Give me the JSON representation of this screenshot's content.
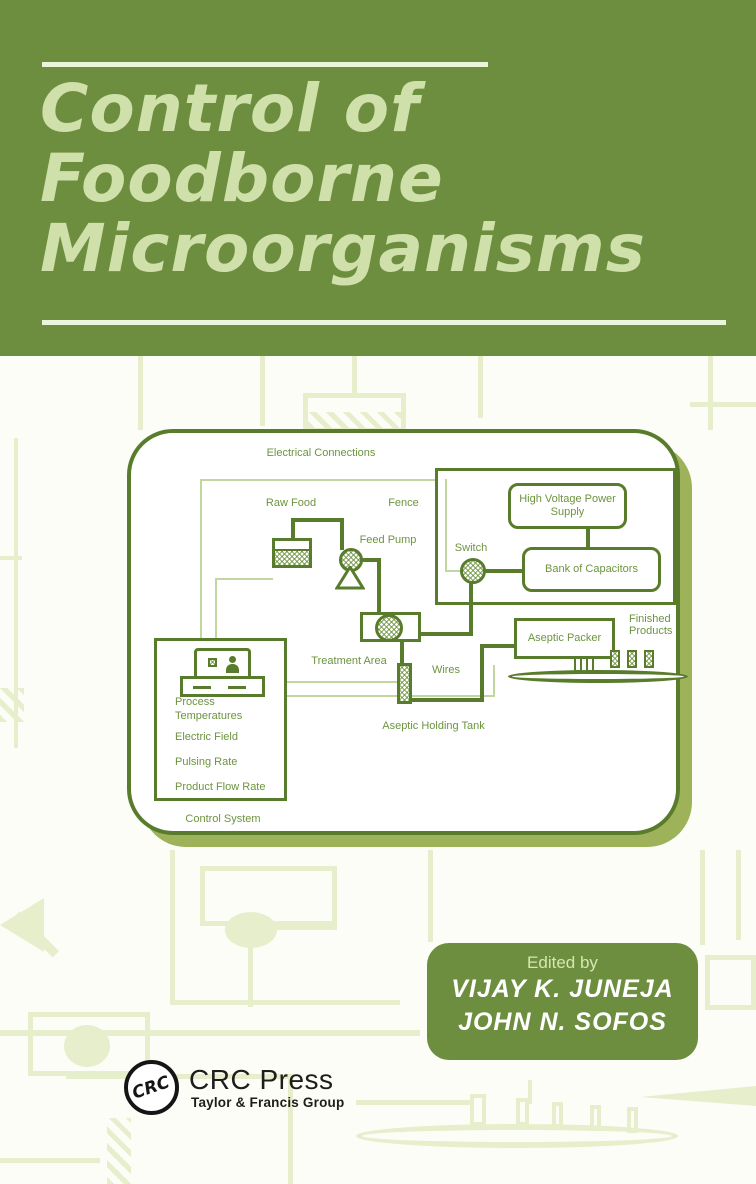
{
  "book": {
    "title_lines": [
      "Control of",
      "Foodborne",
      "Microorganisms"
    ],
    "edited_by_label": "Edited by",
    "editors": [
      "VIJAY K. JUNEJA",
      "JOHN N. SOFOS"
    ]
  },
  "publisher": {
    "logo": "CRC",
    "name": "CRC Press",
    "tagline": "Taylor & Francis Group"
  },
  "diagram": {
    "labels": {
      "electrical_connections": "Electrical Connections",
      "raw_food": "Raw Food",
      "fence": "Fence",
      "feed_pump": "Feed Pump",
      "switch": "Switch",
      "high_voltage_power_supply": "High Voltage Power Supply",
      "bank_of_capacitors": "Bank of Capacitors",
      "treatment_area": "Treatment Area",
      "wires": "Wires",
      "aseptic_holding_tank": "Aseptic Holding Tank",
      "aseptic_packer": "Aseptic Packer",
      "finished_products": "Finished Products",
      "control_system": "Control System"
    },
    "control_parameters": [
      "Process Temperatures",
      "Electric Field",
      "Pulsing Rate",
      "Product Flow Rate"
    ]
  },
  "colors": {
    "cover_green": "#6d8e3e",
    "diagram_line_green": "#587c2b",
    "diagram_text_green": "#6d9440",
    "title_text": "#cfe0ab",
    "pattern_pale_green": "#e7eecb",
    "logo_black": "#151515"
  }
}
